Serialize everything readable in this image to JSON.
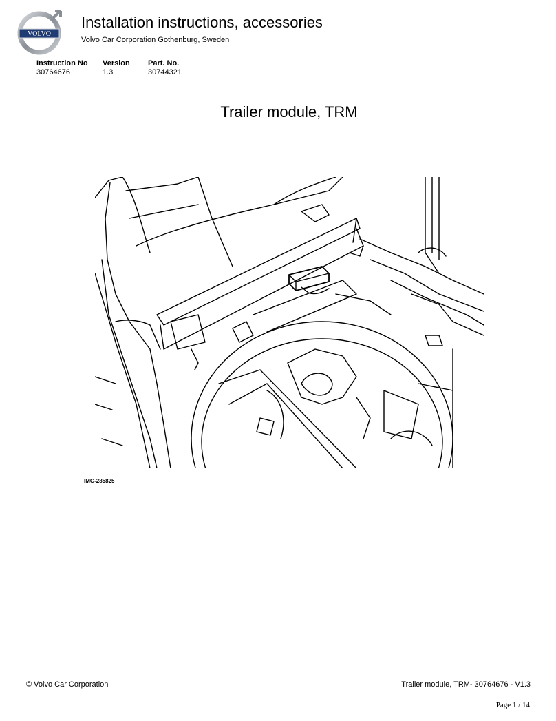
{
  "header": {
    "logo_text": "VOLVO",
    "title": "Installation instructions, accessories",
    "subtitle": "Volvo Car Corporation Gothenburg, Sweden"
  },
  "meta": {
    "instruction_no_label": "Instruction No",
    "instruction_no": "30764676",
    "version_label": "Version",
    "version": "1.3",
    "part_no_label": "Part. No.",
    "part_no": "30744321"
  },
  "main": {
    "title": "Trailer module, TRM",
    "image_label": "IMG-285825"
  },
  "footer": {
    "copyright": "© Volvo Car Corporation",
    "doc_ref": "Trailer module, TRM- 30764676 - V1.3",
    "page": "Page 1 / 14"
  },
  "colors": {
    "logo_ring": "#8a8f96",
    "logo_band": "#1f3b73"
  }
}
